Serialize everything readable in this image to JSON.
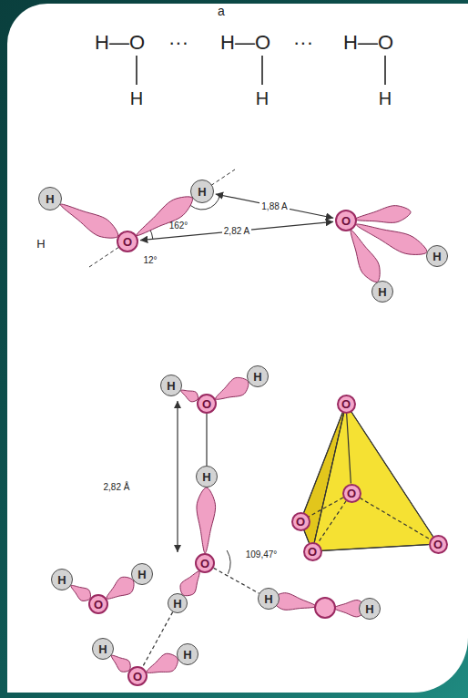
{
  "diagram": {
    "nodes": [
      {
        "text": [
          "H"
        ]
      },
      {
        "text": [
          "O"
        ]
      },
      {
        "text": [
          "H"
        ]
      },
      {
        "text": [
          "O"
        ]
      },
      {
        "text": [
          "H"
        ]
      },
      {
        "text": [
          "H"
        ]
      },
      {
        "text": [
          "H"
        ]
      },
      {
        "text": [
          "O"
        ]
      },
      {
        "text": [
          "H"
        ]
      },
      {
        "text": [
          "H"
        ]
      },
      {
        "text": [
          "O"
        ]
      },
      {
        "text": [
          "H"
        ]
      },
      {
        "text": [
          "H"
        ]
      },
      {
        "text": [
          "O"
        ]
      },
      {
        "text": [
          "H"
        ]
      },
      {
        "text": [
          "H"
        ]
      },
      {
        "text": [
          "O"
        ]
      },
      {
        "text": [
          "H"
        ]
      },
      {
        "text": [
          "H"
        ]
      },
      {
        "text": [
          "H"
        ]
      },
      {
        "text": [
          "O"
        ]
      },
      {
        "text": [
          "O"
        ]
      },
      {
        "text": [
          "O"
        ]
      },
      {
        "text": [
          "O"
        ]
      },
      {
        "text": [
          "O"
        ]
      }
    ],
    "edges": [
      {
        "from": 0,
        "to": 1,
        "arrow": "none"
      },
      {
        "from": 1,
        "to": 2,
        "arrow": "none"
      },
      {
        "from": 3,
        "to": 4,
        "arrow": "none"
      },
      {
        "from": 3,
        "to": 5,
        "arrow": "none"
      },
      {
        "from": 2,
        "to": 3,
        "arrow": "both",
        "label": "1,88 A"
      },
      {
        "from": 1,
        "to": 3,
        "arrow": "both",
        "label": "2,82 A"
      },
      {
        "from": 6,
        "to": 7,
        "arrow": "none"
      },
      {
        "from": 7,
        "to": 8,
        "arrow": "none"
      },
      {
        "from": 7,
        "to": 9,
        "arrow": "none"
      },
      {
        "from": 10,
        "to": 9,
        "arrow": "none"
      },
      {
        "from": 10,
        "to": 11,
        "arrow": "none"
      },
      {
        "from": 12,
        "to": 13,
        "arrow": "none"
      },
      {
        "from": 13,
        "to": 14,
        "arrow": "none"
      },
      {
        "from": 15,
        "to": 16,
        "arrow": "none"
      },
      {
        "from": 16,
        "to": 17,
        "arrow": "none"
      },
      {
        "from": 10,
        "to": 18,
        "arrow": "none"
      },
      {
        "from": 11,
        "to": 16,
        "arrow": "none"
      },
      {
        "from": 20,
        "to": 22,
        "arrow": "none"
      },
      {
        "from": 20,
        "to": 23,
        "arrow": "none"
      },
      {
        "from": 20,
        "to": 24,
        "arrow": "none"
      },
      {
        "from": 22,
        "to": 23,
        "arrow": "none"
      },
      {
        "from": 23,
        "to": 24,
        "arrow": "none"
      },
      {
        "from": 20,
        "to": 21,
        "arrow": "none"
      },
      {
        "from": 21,
        "to": 22,
        "arrow": "none"
      },
      {
        "from": 21,
        "to": 23,
        "arrow": "none"
      },
      {
        "from": 21,
        "to": 24,
        "arrow": "none"
      }
    ],
    "labels": [
      "a",
      "H—O",
      "···",
      "H—O",
      "···",
      "H—O",
      "H",
      "H",
      "H",
      "H",
      "162°",
      "12°",
      "2,82 Å",
      "109,47°"
    ]
  }
}
